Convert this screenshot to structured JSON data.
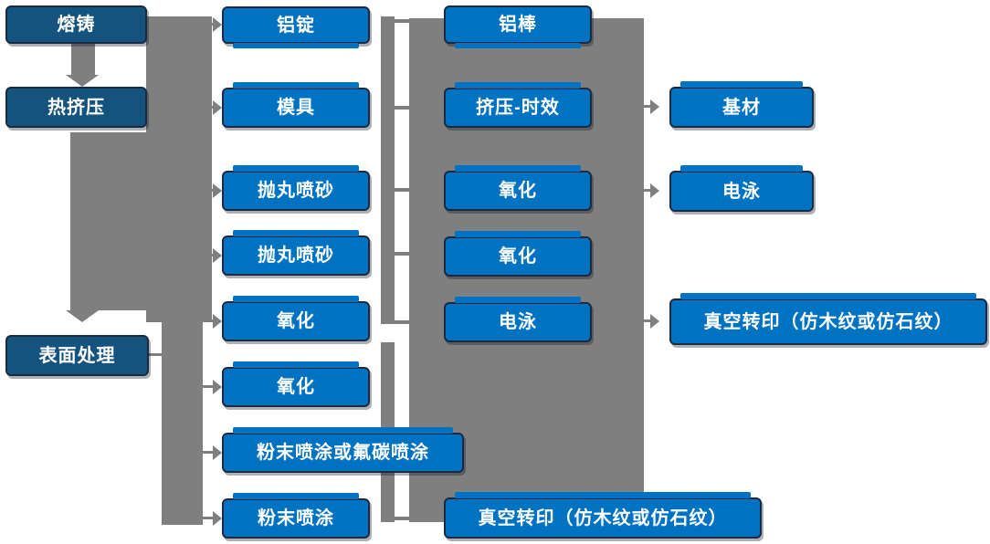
{
  "diagram": {
    "type": "flowchart",
    "description_language": "zh-CN",
    "colors": {
      "node_fill": "#0072c2",
      "node_fill_dark": "#15537f",
      "node_border": "#1b2a41",
      "connector_gray": "#7f7f7f",
      "text": "#ffffff",
      "background": "#ffffff"
    },
    "nodes": [
      {
        "id": "rongzhu",
        "label": "熔铸",
        "column": 1,
        "style": "dark"
      },
      {
        "id": "rejiya",
        "label": "热挤压",
        "column": 1,
        "style": "dark"
      },
      {
        "id": "biaomianchuli",
        "label": "表面处理",
        "column": 1,
        "style": "dark"
      },
      {
        "id": "lvding",
        "label": "铝锭",
        "column": 2,
        "style": "bright"
      },
      {
        "id": "moju",
        "label": "模具",
        "column": 2,
        "style": "bright"
      },
      {
        "id": "paowanpensha1",
        "label": "抛丸喷砂",
        "column": 2,
        "style": "bright"
      },
      {
        "id": "paowanpensha2",
        "label": "抛丸喷砂",
        "column": 2,
        "style": "bright"
      },
      {
        "id": "yanghua1",
        "label": "氧化",
        "column": 2,
        "style": "bright"
      },
      {
        "id": "yanghua2",
        "label": "氧化",
        "column": 2,
        "style": "bright"
      },
      {
        "id": "fenmo-futan",
        "label": "粉末喷涂或氟碳喷涂",
        "column": 2,
        "style": "bright"
      },
      {
        "id": "fenmopentu",
        "label": "粉末喷涂",
        "column": 2,
        "style": "bright"
      },
      {
        "id": "lvbang",
        "label": "铝棒",
        "column": 3,
        "style": "bright"
      },
      {
        "id": "jiya-shixiao",
        "label": "挤压-时效",
        "column": 3,
        "style": "bright"
      },
      {
        "id": "yanghua3",
        "label": "氧化",
        "column": 3,
        "style": "bright"
      },
      {
        "id": "yanghua4",
        "label": "氧化",
        "column": 3,
        "style": "bright"
      },
      {
        "id": "dianyong1",
        "label": "电泳",
        "column": 3,
        "style": "bright"
      },
      {
        "id": "zhenkong-bottom",
        "label": "真空转印（仿木纹或仿石纹）",
        "column": 3,
        "style": "bright"
      },
      {
        "id": "jicai",
        "label": "基材",
        "column": 4,
        "style": "bright"
      },
      {
        "id": "dianyong2",
        "label": "电泳",
        "column": 4,
        "style": "bright"
      },
      {
        "id": "zhenkong-right",
        "label": "真空转印（仿木纹或仿石纹）",
        "column": 4,
        "style": "bright"
      }
    ]
  }
}
